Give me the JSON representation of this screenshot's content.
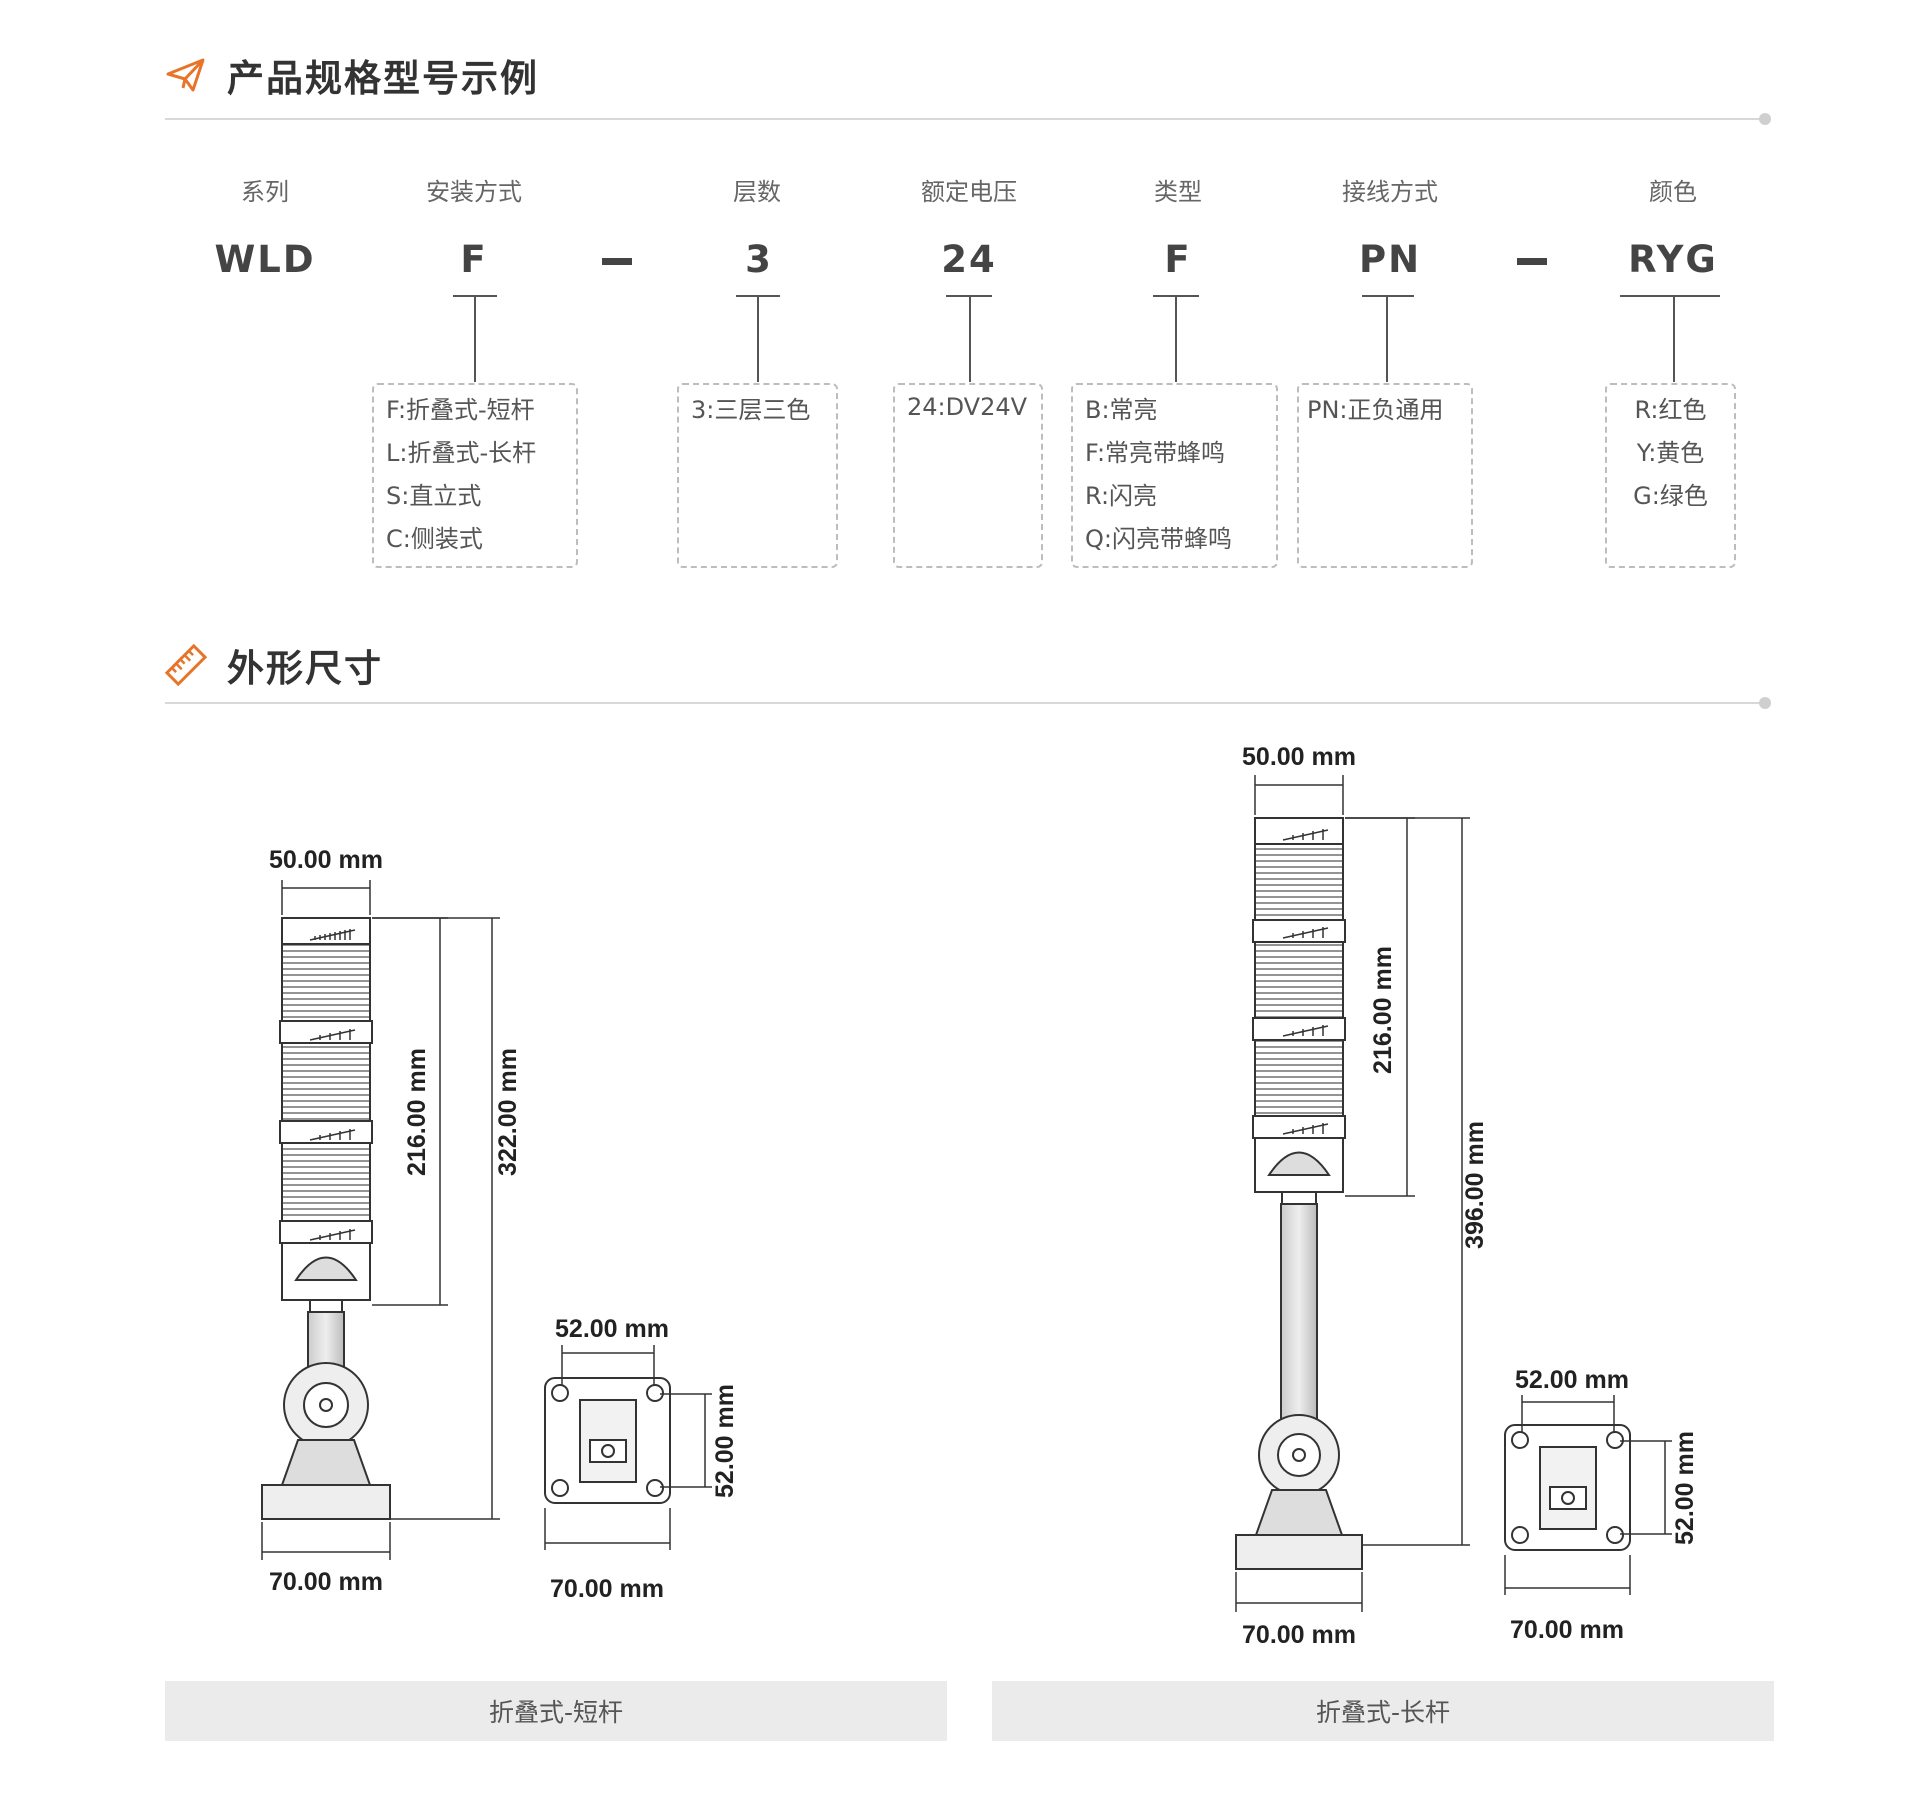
{
  "sections": {
    "spec_title": "产品规格型号示例",
    "dim_title": "外形尺寸"
  },
  "model": {
    "columns": [
      {
        "label": "系列",
        "code": "WLD"
      },
      {
        "label": "安装方式",
        "code": "F"
      },
      {
        "label": "层数",
        "code": "3"
      },
      {
        "label": "额定电压",
        "code": "24"
      },
      {
        "label": "类型",
        "code": "F"
      },
      {
        "label": "接线方式",
        "code": "PN"
      },
      {
        "label": "颜色",
        "code": "RYG"
      }
    ],
    "options": {
      "mount": [
        "F:折叠式-短杆",
        "L:折叠式-长杆",
        "S:直立式",
        "C:侧装式"
      ],
      "layers": [
        "3:三层三色"
      ],
      "voltage": [
        "24:DV24V"
      ],
      "type": [
        "B:常亮",
        "F:常亮带蜂鸣",
        "R:闪亮",
        "Q:闪亮带蜂鸣"
      ],
      "wiring": [
        "PN:正负通用"
      ],
      "color": [
        "R:红色",
        "Y:黄色",
        "G:绿色"
      ]
    }
  },
  "dimensions": {
    "short": {
      "caption": "折叠式-短杆",
      "width_top": "50.00 mm",
      "light_height": "216.00 mm",
      "total_height": "322.00 mm",
      "base_width": "70.00 mm",
      "plate_width": "52.00 mm",
      "plate_height": "52.00 mm",
      "plate_outer": "70.00 mm"
    },
    "long": {
      "caption": "折叠式-长杆",
      "width_top": "50.00 mm",
      "light_height": "216.00 mm",
      "total_height": "396.00 mm",
      "base_width": "70.00 mm",
      "plate_width": "52.00 mm",
      "plate_height": "52.00 mm",
      "plate_outer": "70.00 mm"
    }
  },
  "colors": {
    "accent": "#e8742a",
    "rule": "#d8d8d8",
    "caption_bg": "#ebebeb"
  }
}
